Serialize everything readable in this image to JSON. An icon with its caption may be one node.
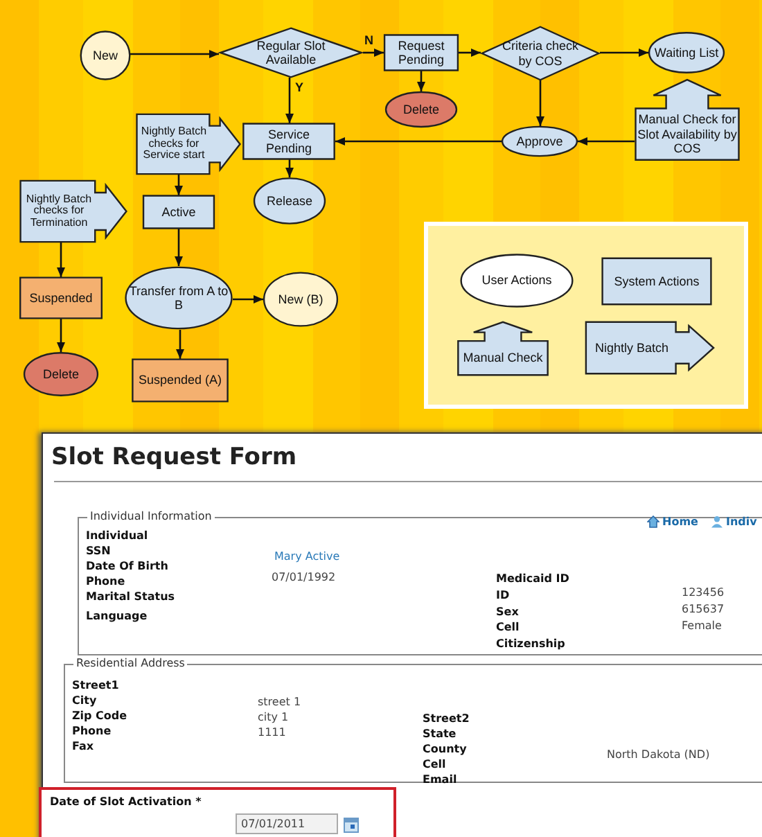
{
  "diagram": {
    "nodes": [
      {
        "text": [
          "New"
        ]
      },
      {
        "text": [
          "Regular Slot Available"
        ]
      },
      {
        "text": [
          "Request Pending"
        ]
      },
      {
        "text": [
          "Criteria check by COS"
        ]
      },
      {
        "text": [
          "Waiting List"
        ]
      },
      {
        "text": [
          "Delete"
        ]
      },
      {
        "text": [
          "Nightly Batch checks for Service start"
        ]
      },
      {
        "text": [
          "Service Pending"
        ]
      },
      {
        "text": [
          "Approve"
        ]
      },
      {
        "text": [
          "Manual Check for Slot Availability by COS"
        ]
      },
      {
        "text": [
          "Release"
        ]
      },
      {
        "text": [
          "Nightly Batch checks for Termination"
        ]
      },
      {
        "text": [
          "Active"
        ]
      },
      {
        "text": [
          "Suspended"
        ]
      },
      {
        "text": [
          "Transfer from A to B"
        ]
      },
      {
        "text": [
          "New (B)"
        ]
      },
      {
        "text": [
          "Delete"
        ]
      },
      {
        "text": [
          "Suspended (A)"
        ]
      },
      {
        "text": [
          "Slot Request Form"
        ]
      },
      {
        "text": [
          "Individual Information"
        ],
        "in": 18
      },
      {
        "text": [
          "Residential Address"
        ],
        "in": 18
      },
      {
        "text": [
          "Date of Slot Activation *"
        ],
        "in": 18
      }
    ],
    "edges": [
      {
        "from": 0,
        "to": 1,
        "arrow": "to"
      },
      {
        "from": 1,
        "to": 2,
        "arrow": "to",
        "label": "N"
      },
      {
        "from": 2,
        "to": 3,
        "arrow": "to"
      },
      {
        "from": 3,
        "to": 4,
        "arrow": "to"
      },
      {
        "from": 2,
        "to": 5,
        "arrow": "to"
      },
      {
        "from": 1,
        "to": 7,
        "arrow": "to",
        "label": "Y"
      },
      {
        "from": 3,
        "to": 8,
        "arrow": "to"
      },
      {
        "from": 8,
        "to": 7,
        "arrow": "to"
      },
      {
        "from": 9,
        "to": 8,
        "arrow": "to"
      },
      {
        "from": 7,
        "to": 10,
        "arrow": "to"
      },
      {
        "from": 6,
        "to": 12,
        "arrow": "to"
      },
      {
        "from": 12,
        "to": 14,
        "arrow": "to"
      },
      {
        "from": 14,
        "to": 15,
        "arrow": "to"
      },
      {
        "from": 14,
        "to": 17,
        "arrow": "to"
      },
      {
        "from": 11,
        "to": 13,
        "arrow": "to"
      },
      {
        "from": 13,
        "to": 16,
        "arrow": "to"
      }
    ],
    "labels": [
      "Home",
      "Indiv",
      "Individual",
      "SSN",
      "Date Of Birth",
      "Phone",
      "Marital Status",
      "Language",
      "Mary Active",
      "07/01/1992",
      "Medicaid ID",
      "ID",
      "Sex",
      "Cell",
      "Citizenship",
      "123456",
      "615637",
      "Female",
      "Street1",
      "City",
      "Zip Code",
      "Phone",
      "Fax",
      "street 1",
      "city 1",
      "1111",
      "Street2",
      "State",
      "County",
      "Cell",
      "Email",
      "North Dakota (ND)",
      "07/01/2011"
    ],
    "legend": [
      {
        "text": "User Actions"
      },
      {
        "text": "System Actions"
      },
      {
        "text": "Manual Check"
      },
      {
        "text": "Nightly Batch"
      }
    ]
  }
}
